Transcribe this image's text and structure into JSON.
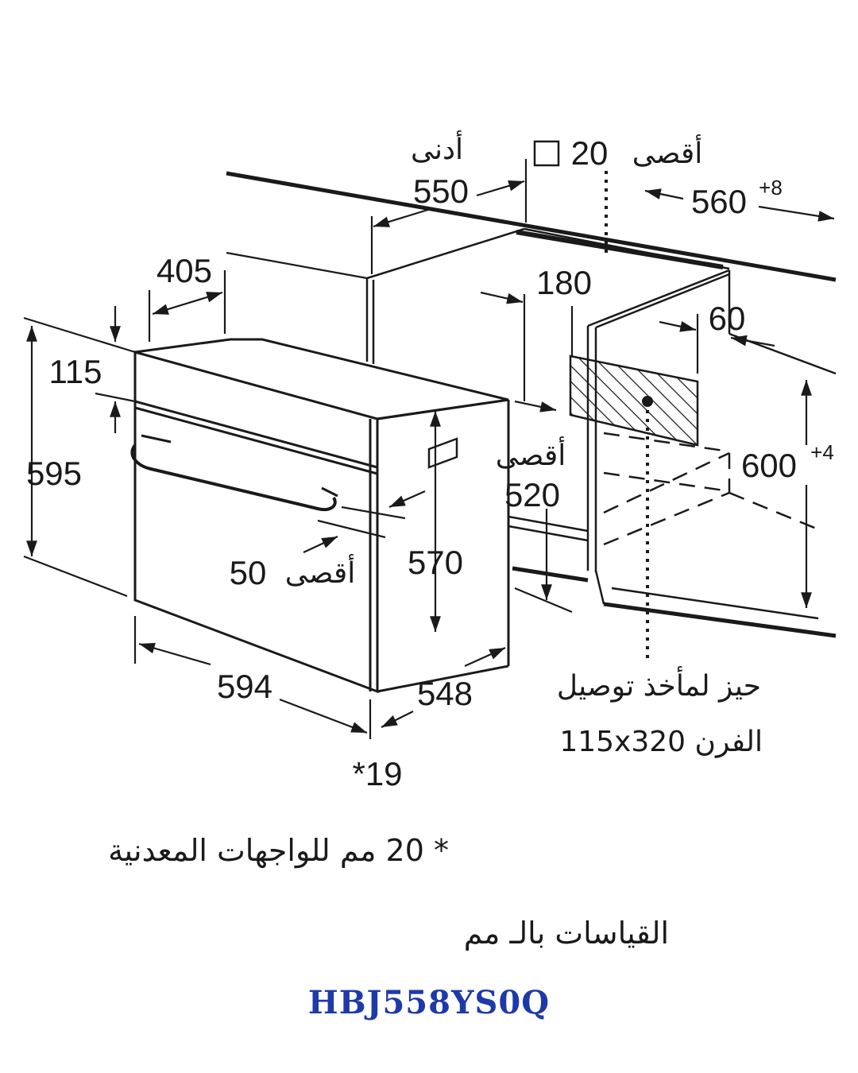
{
  "diagram": {
    "dims": {
      "d550": "550",
      "d405": "405",
      "d180": "180",
      "d60": "60",
      "d115": "115",
      "d595": "595",
      "d570": "570",
      "d520": "520",
      "d50": "50",
      "d594": "594",
      "d548": "548",
      "d19": "*19",
      "d560": "560",
      "d560_tol": "+8",
      "d600": "600",
      "d600_tol": "+4",
      "d20": "20"
    },
    "labels": {
      "min": "أدنى",
      "max_top": "أقصى",
      "max_mid": "أقصى",
      "max_handle": "أقصى",
      "socket_line1": "حيز لمأخذ توصيل",
      "socket_line2": "الفرن 115x320"
    }
  },
  "notes": {
    "metal_fronts": "* 20 مم للواجهات المعدنية",
    "units": "القياسات بالـ مم"
  },
  "model": "HBJ558YS0Q",
  "colors": {
    "line": "#1a1a1a",
    "model": "#1e3aa8",
    "background": "#ffffff"
  }
}
